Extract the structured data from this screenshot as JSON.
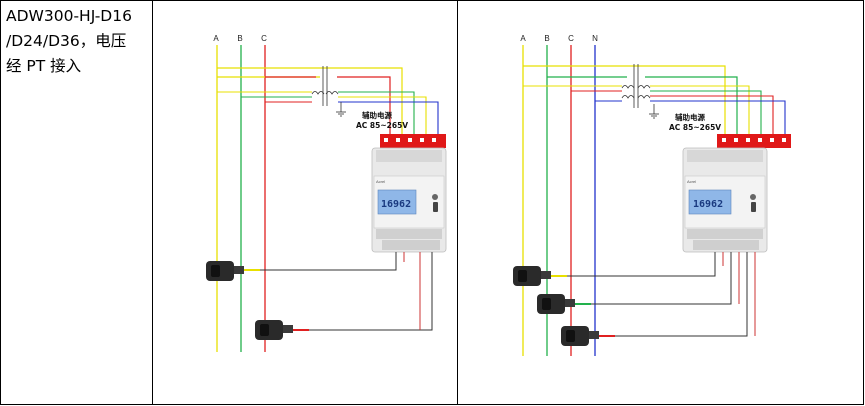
{
  "caption": {
    "line1": "ADW300-HJ-D16",
    "line2": "/D24/D36，电压",
    "line3": "经 PT 接入"
  },
  "diagram_3wire": {
    "phase_labels": [
      "A",
      "B",
      "C"
    ],
    "power_label_line1": "辅助电源",
    "power_label_line2": "AC 85~265V",
    "brand": "Acrel",
    "display_value": "16962"
  },
  "diagram_4wire": {
    "phase_labels": [
      "A",
      "B",
      "C",
      "N"
    ],
    "power_label_line1": "辅助电源",
    "power_label_line2": "AC 85~265V",
    "brand": "Acrel",
    "display_value": "16962"
  },
  "colors": {
    "phase_a": "#e8e000",
    "phase_b": "#22b14c",
    "phase_c": "#e02020",
    "neutral": "#2233cc",
    "terminal_red": "#e01818"
  }
}
